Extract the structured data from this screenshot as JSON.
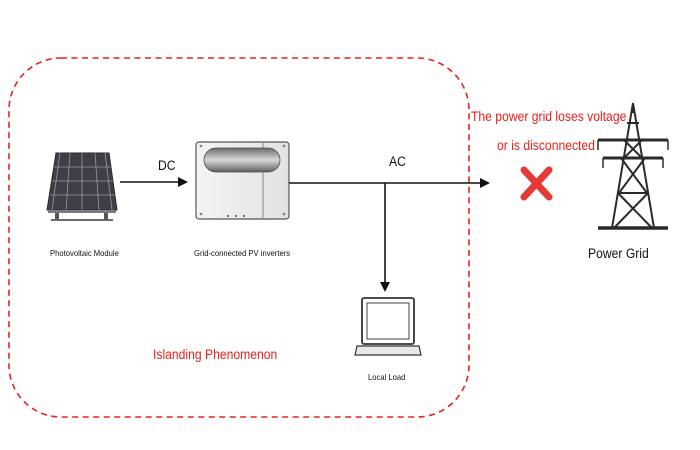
{
  "labels": {
    "dc": "DC",
    "ac": "AC",
    "photovoltaic_module": "Photovoltaic Module",
    "inverter": "Grid-connected PV inverters",
    "local_load": "Local Load",
    "power_grid": "Power Grid",
    "islanding": "Islanding Phenomenon",
    "grid_loss_line1": "The power grid loses voltage",
    "grid_loss_line2": "or is disconnected"
  },
  "colors": {
    "boundary": "#e8201e",
    "warning_text": "#e8201e",
    "cross_mark": "#e53935",
    "line": "#111111",
    "device_stroke": "#555555"
  },
  "icons": {
    "pv": "solar-panel-icon",
    "inverter": "inverter-icon",
    "load": "laptop-icon",
    "grid": "transmission-tower-icon",
    "disconnect": "cross-mark-icon"
  }
}
